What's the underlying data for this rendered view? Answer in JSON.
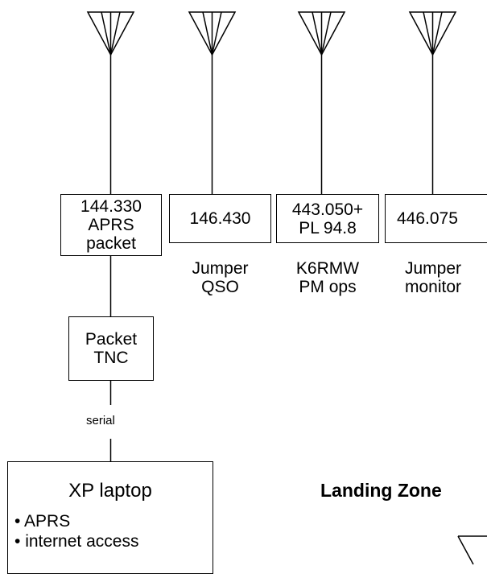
{
  "radios": [
    {
      "lines": [
        "144.330",
        "APRS",
        "packet"
      ],
      "caption": []
    },
    {
      "lines": [
        "146.430"
      ],
      "caption": [
        "Jumper",
        "QSO"
      ]
    },
    {
      "lines": [
        "443.050+",
        "PL 94.8"
      ],
      "caption": [
        "K6RMW",
        "PM ops"
      ]
    },
    {
      "lines": [
        "446.075"
      ],
      "caption": [
        "Jumper",
        "monitor"
      ]
    }
  ],
  "tnc": {
    "lines": [
      "Packet",
      "TNC"
    ]
  },
  "link_label": "serial",
  "laptop": {
    "title": "XP laptop",
    "items": [
      "APRS",
      "internet access"
    ],
    "bullet": "•"
  },
  "landing_zone": "Landing Zone"
}
